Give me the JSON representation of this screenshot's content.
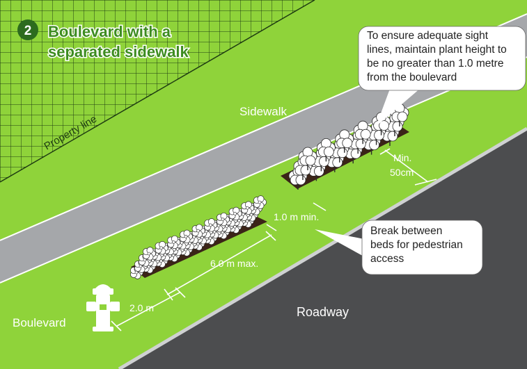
{
  "badge": {
    "number": "2"
  },
  "title": {
    "line1": "Boulevard with a",
    "line2": "separated sidewalk"
  },
  "labels": {
    "property_line": "Property line",
    "sidewalk": "Sidewalk",
    "roadway": "Roadway",
    "boulevard": "Boulevard"
  },
  "callouts": {
    "sight_lines": {
      "lines": [
        "To ensure adequate sight",
        "lines, maintain plant height to",
        "be no greater than 1.0 metre",
        "from the boulevard"
      ]
    },
    "break": {
      "lines": [
        "Break between",
        "beds for pedestrian",
        "access"
      ]
    }
  },
  "dimensions": {
    "min_50cm_line1": "Min.",
    "min_50cm_line2": "50cm",
    "break_1m": "1.0 m min.",
    "bed_6m": "6.0 m max.",
    "hydrant_2m": "2.0 m"
  },
  "colors": {
    "boulevard_green": "#8fd33a",
    "sidewalk_gray": "#a5a7aa",
    "roadway_gray": "#4c4d4f",
    "title_green": "#3d8c20",
    "badge_green": "#2d6b1e",
    "soil": "#3b2418"
  }
}
